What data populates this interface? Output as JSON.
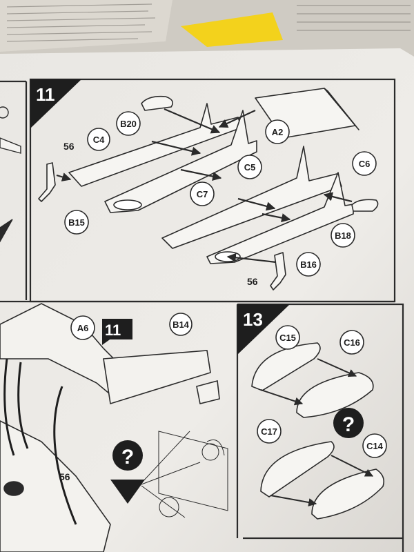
{
  "steps": {
    "step11_top": "11",
    "step11_bottom": "11",
    "step13": "13"
  },
  "callouts": {
    "b20": "B20",
    "c4": "C4",
    "a2": "A2",
    "c5": "C5",
    "c6": "C6",
    "c7": "C7",
    "b15": "B15",
    "b18": "B18",
    "b16": "B16",
    "a6": "A6",
    "b14": "B14",
    "c15": "C15",
    "c16": "C16",
    "c17": "C17",
    "c14": "C14"
  },
  "quantities": {
    "top_left": "56",
    "top_right": "56",
    "bottom_left": "56"
  },
  "symbols": {
    "help_mark": "?",
    "help_mark_2": "?"
  },
  "colors": {
    "paper": "#eeece8",
    "ink": "#2a2a2a",
    "yellow_note": "#f3d21c"
  }
}
